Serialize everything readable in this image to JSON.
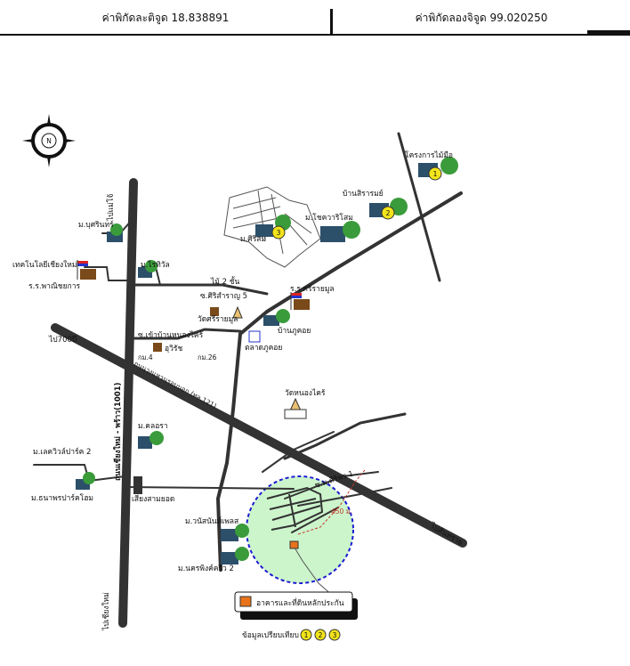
{
  "header": {
    "latitude_label": "ค่าพิกัดละติจูด 18.838891",
    "longitude_label": "ค่าพิกัดลองจิจูด 99.020250"
  },
  "compass": {
    "north_letter": "N"
  },
  "labels": {
    "project_mai_sue": "โครงการไม้มือ",
    "ban_sirarom": "บ้านสิรารมย์",
    "m_chotcharasem": "ม.โชควาริโสม",
    "m_sirisamran": "ม.ศิริสม",
    "m_burin": "ม.บุศรินทร์",
    "to_mae_jo": "ไปแม่โจ้",
    "tech_chiangmai": "เทคโนโลยีเชียงใหม่",
    "rr_panit": "ร.ร.พาณิชยการ",
    "m_raitawal": "ม.ไร่ทิวัล",
    "mai_2_chan": "ไม้ 2 ชั้น",
    "soi_sirisamran5": "ซ.ศิริสำราญ 5",
    "wat_sirirai": "วัดศรีรายมูล",
    "rr_sirirai": "ร.ร.ศรีรายมูล",
    "ban_phukoi": "บ้านภูคอย",
    "talad_phukoi": "ตลาดภูคอย",
    "to_700": "ไป700ปี",
    "soi_ban_nongkai": "ซ.เข้าบ้านหนองไคร้",
    "uwit": "อุวิรัช",
    "km4": "กม.4",
    "km26": "กม.26",
    "outer_ring": "ถนนวงแหวนรอบนอก (ทล.121)",
    "main_road": "ถนนเชียงใหม่ - พร้าว(1001)",
    "wat_nongkrai": "วัดหนองไคร้",
    "m_kolara": "ม.คลอรา",
    "m_lakeview": "ม.เลควิวล์ปาร์ค 2",
    "m_thanaphon": "ม.ธนาพรปาร์คโฮม",
    "seng_samyot": "เสียงสามยอด",
    "soi_m_siriphon": "ซ.ม.ศิริพร 1",
    "distance": "450 ม.",
    "m_wansanit": "ม.วนัสนันท์เพลส",
    "m_nakornping": "ม.นครพิงค์ครีว 2",
    "to_chiangmai": "ไปเชียงใหม่",
    "to_san_sai": "ไปสันทราย"
  },
  "legend": {
    "text": "อาคารและที่ดินหลักประกัน"
  },
  "comparison": {
    "label": "ข้อมูลเปรียบเทียบ",
    "markers": [
      "1",
      "2",
      "3"
    ]
  },
  "markers": {
    "m1": "1",
    "m2": "2",
    "m3": "3"
  },
  "colors": {
    "road": "#333333",
    "highlight_fill": "#ccf5cc",
    "highlight_border": "#1a1ad1",
    "property": "#e8731a",
    "marker": "#f2e41a",
    "tree": "#3a9b3a",
    "flag_red": "#d22",
    "flag_blue": "#23c"
  }
}
